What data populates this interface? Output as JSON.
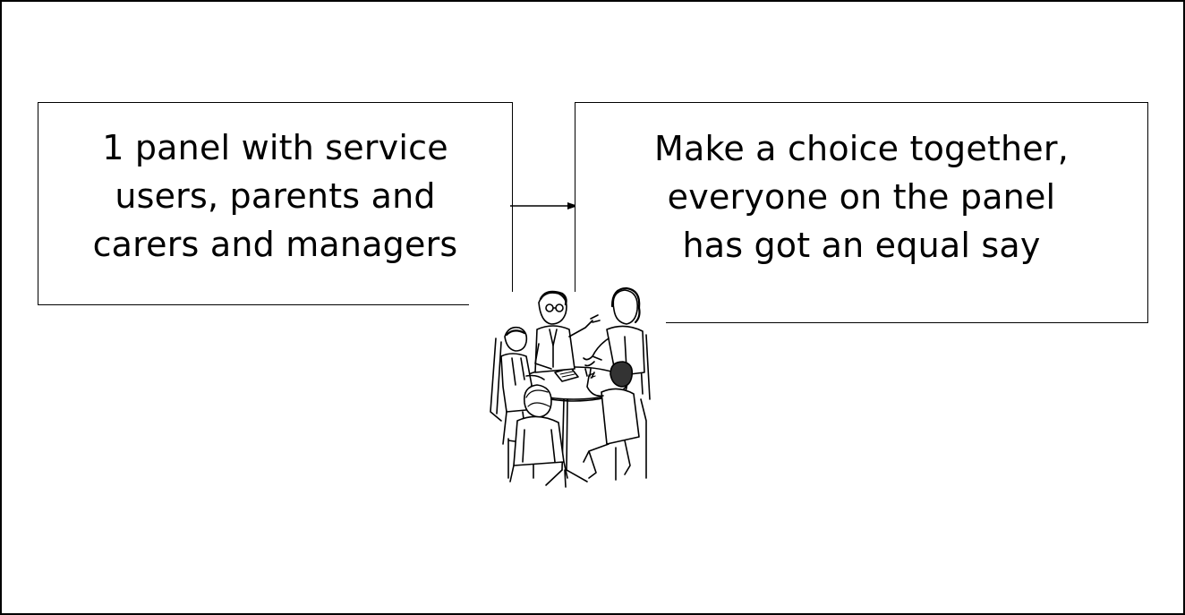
{
  "diagram": {
    "left_box": {
      "lines": [
        "1 panel with service",
        "users, parents and",
        "carers and managers"
      ]
    },
    "right_box": {
      "lines": [
        "Make a choice together,",
        "everyone on the panel",
        "has got an equal say"
      ]
    },
    "illustration": {
      "icon": "meeting-table-people-icon"
    },
    "colors": {
      "ink": "#000000",
      "background": "#ffffff"
    }
  }
}
